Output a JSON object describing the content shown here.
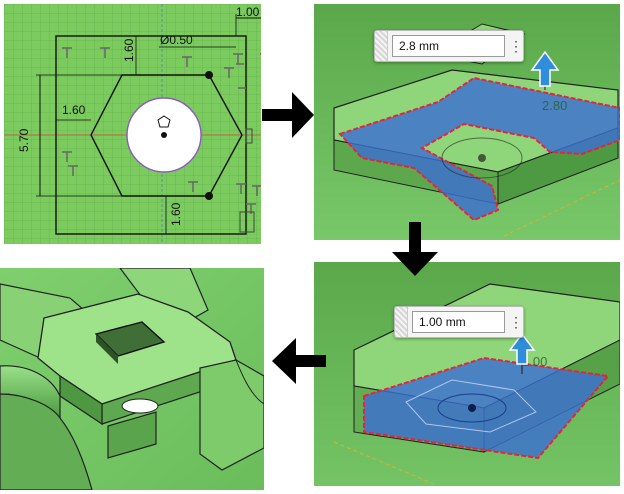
{
  "sketch": {
    "dim_top": "1.00",
    "dim_hole": "Ø0.50",
    "dim_upper": "1.60",
    "dim_left_offset": "1.60",
    "dim_height": "5.70",
    "dim_lower": "1.60"
  },
  "extrude1": {
    "distance_value": "2.8 mm",
    "ghost_label": "2.80"
  },
  "extrude2": {
    "distance_value": "1.00 mm",
    "ghost_label": "1.00"
  },
  "colors": {
    "sketch_bg": "#7bcb5e",
    "model_green": "#6cc059",
    "profile_blue": "#3c6fd1",
    "profile_outline": "#e8243a",
    "arrow_blue": "#2f8ddb"
  }
}
